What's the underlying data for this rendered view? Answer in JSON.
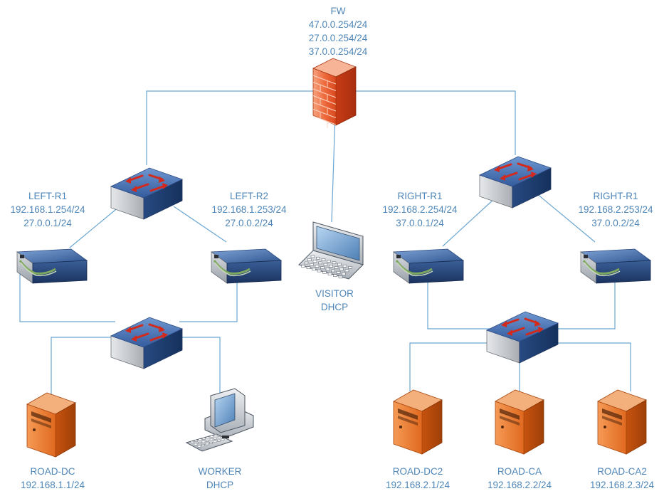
{
  "colors": {
    "label_text": "#4f86b8",
    "link_line": "#6aa6d2",
    "firewall": "#e8562a",
    "switch_top": "#4a74b8",
    "switch_side": "#c9ccd1",
    "server": "#e0691f"
  },
  "nodes": {
    "fw": {
      "icon": "firewall-icon",
      "lines": [
        "FW",
        "47.0.0.254/24",
        "27.0.0.254/24",
        "37.0.0.254/24"
      ]
    },
    "left_r1": {
      "icon": "router-icon",
      "lines": [
        "LEFT-R1",
        "192.168.1.254/24",
        "27.0.0.1/24"
      ]
    },
    "left_r2": {
      "icon": "router-icon",
      "lines": [
        "LEFT-R2",
        "192.168.1.253/24",
        "27.0.0.2/24"
      ]
    },
    "right_r1": {
      "icon": "router-icon",
      "lines": [
        "RIGHT-R1",
        "192.168.2.254/24",
        "37.0.0.1/24"
      ]
    },
    "right_r2": {
      "icon": "router-icon",
      "lines": [
        "RIGHT-R1",
        "192.168.2.253/24",
        "37.0.0.2/24"
      ]
    },
    "visitor": {
      "icon": "laptop-icon",
      "lines": [
        "VISITOR",
        "DHCP"
      ]
    },
    "road_dc": {
      "icon": "server-icon",
      "lines": [
        "ROAD-DC",
        "192.168.1.1/24"
      ]
    },
    "worker": {
      "icon": "workstation-icon",
      "lines": [
        "WORKER",
        "DHCP"
      ]
    },
    "road_dc2": {
      "icon": "server-icon",
      "lines": [
        "ROAD-DC2",
        "192.168.2.1/24"
      ]
    },
    "road_ca": {
      "icon": "server-icon",
      "lines": [
        "ROAD-CA",
        "192.168.2.2/24"
      ]
    },
    "road_ca2": {
      "icon": "server-icon",
      "lines": [
        "ROAD-CA2",
        "192.168.2.3/24"
      ]
    }
  }
}
